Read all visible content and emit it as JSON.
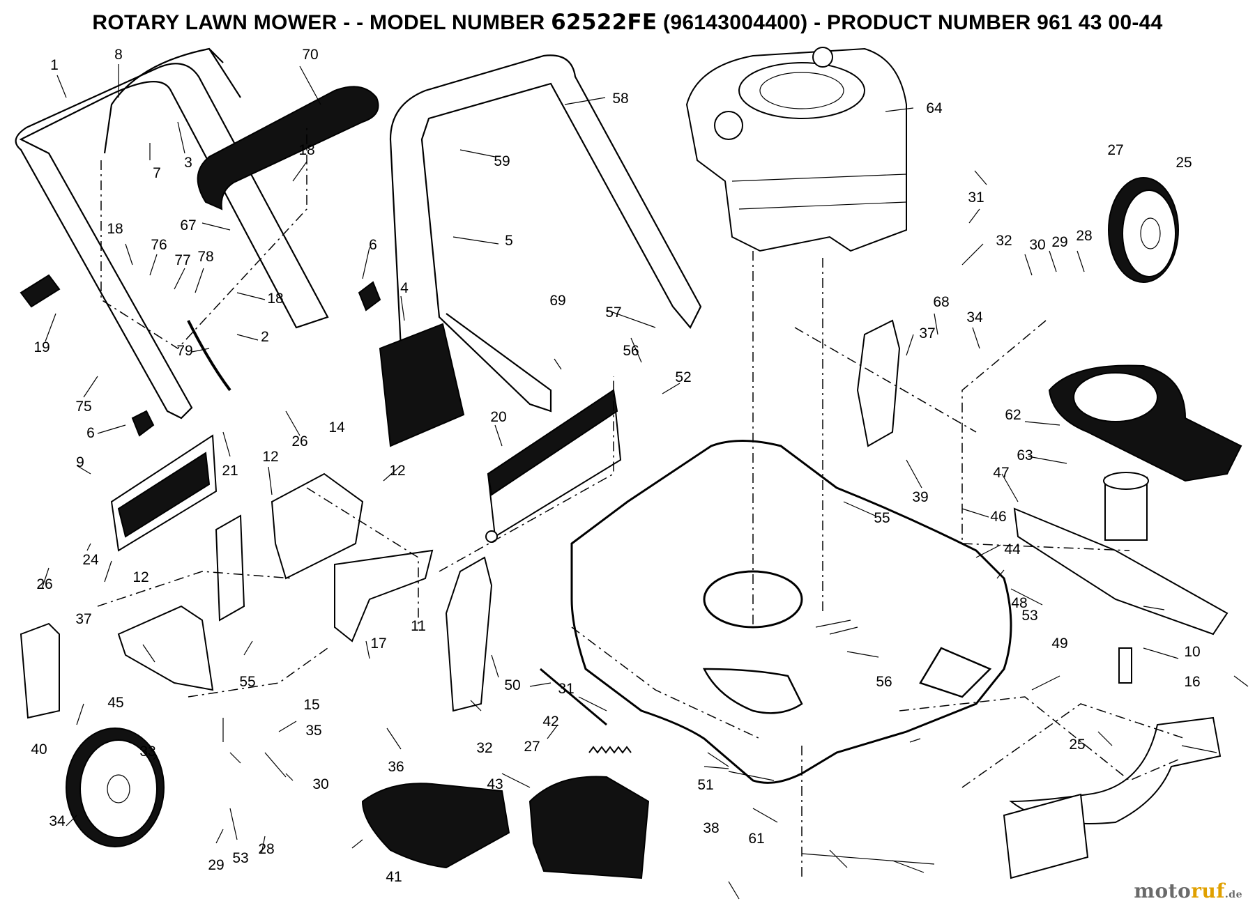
{
  "title": {
    "prefix": "ROTARY LAWN MOWER - - MODEL NUMBER",
    "model": "62522FE",
    "suffix": "(96143004400) - PRODUCT NUMBER 961 43 00-44"
  },
  "watermark": {
    "part1": "moto",
    "part2": "ruf",
    "part3": ".de"
  },
  "labels": [
    "1",
    "8",
    "70",
    "58",
    "64",
    "7",
    "3",
    "18",
    "59",
    "27",
    "25",
    "67",
    "31",
    "18",
    "76",
    "77",
    "78",
    "5",
    "6",
    "32",
    "30",
    "29",
    "28",
    "19",
    "18",
    "4",
    "68",
    "34",
    "2",
    "79",
    "57",
    "37",
    "75",
    "69",
    "56",
    "52",
    "6",
    "26",
    "20",
    "39",
    "62",
    "63",
    "21",
    "9",
    "12",
    "14",
    "12",
    "47",
    "46",
    "55",
    "24",
    "26",
    "44",
    "12",
    "17",
    "53",
    "48",
    "49",
    "10",
    "37",
    "11",
    "55",
    "56",
    "50",
    "16",
    "45",
    "31",
    "15",
    "40",
    "32",
    "35",
    "36",
    "42",
    "27",
    "33",
    "43",
    "51",
    "25",
    "34",
    "30",
    "28",
    "29",
    "53",
    "38",
    "41",
    "61"
  ]
}
